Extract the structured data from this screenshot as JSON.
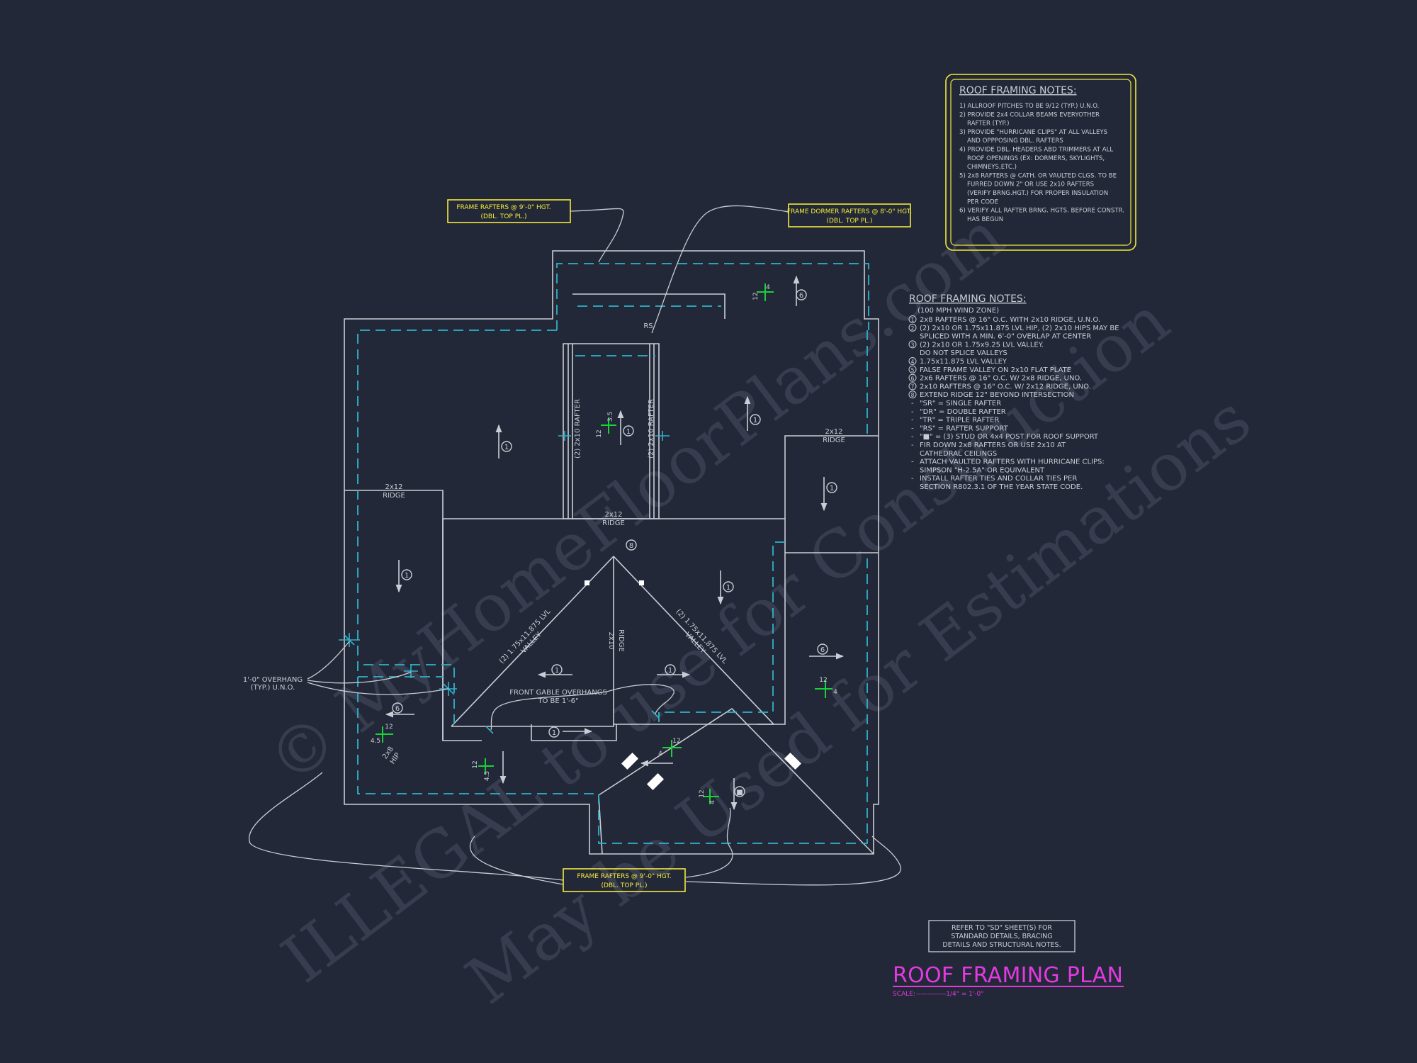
{
  "colors": {
    "background": "#232838",
    "lines": "#c9cdd6",
    "dashed": "#2fb3c9",
    "callout": "#f2ea3a",
    "title": "#e23adf",
    "green": "#19d13a",
    "watermark": "#3a4052"
  },
  "watermark": {
    "line1": "© MyHomeFloorPlans.com",
    "line2": "ILLEGAL to use for Construction",
    "line3": "May be Used for Estimations"
  },
  "notes_box": {
    "title": "ROOF FRAMING NOTES:",
    "items": [
      "1) ALLROOF PITCHES TO BE 9/12 (TYP.) U.N.O.",
      "2) PROVIDE 2x4 COLLAR BEAMS EVERYOTHER",
      "RAFTER (TYP.)",
      "3) PROVIDE \"HURRICANE CLIPS\" AT ALL VALLEYS",
      "AND OPPPOSING DBL. RAFTERS",
      "4) PROVIDE DBL. HEADERS ABD TRIMMERS AT ALL",
      "ROOF OPENINGS (EX: DORMERS, SKYLIGHTS,",
      "CHIMNEYS,ETC.)",
      "5) 2x8 RAFTERS @ CATH. OR VAULTED CLGS. TO BE",
      "FURRED DOWN 2\" OR USE 2x10 RAFTERS",
      "(VERIFY BRNG.HGT.) FOR PROPER INSULATION",
      "PER CODE",
      "6) VERIFY ALL RAFTER BRNG. HGTS. BEFORE CONSTR.",
      "HAS BEGUN"
    ]
  },
  "notes_list": {
    "title": "ROOF FRAMING NOTES:",
    "subtitle": "(100 MPH WIND ZONE)",
    "items": [
      {
        "mark": "1",
        "text": "2x8 RAFTERS @ 16\" O.C. WITH 2x10 RIDGE, U.N.O."
      },
      {
        "mark": "2",
        "text": "(2) 2x10 OR 1.75x11.875 LVL HIP, (2) 2x10 HIPS MAY BE"
      },
      {
        "mark": "",
        "text": "SPLICED WITH A MIN. 6'-0\" OVERLAP AT CENTER"
      },
      {
        "mark": "3",
        "text": "(2) 2x10 OR 1.75x9.25 LVL VALLEY."
      },
      {
        "mark": "",
        "text": "DO NOT SPLICE VALLEYS"
      },
      {
        "mark": "4",
        "text": "1.75x11.875 LVL VALLEY"
      },
      {
        "mark": "5",
        "text": "FALSE FRAME VALLEY ON 2x10 FLAT PLATE"
      },
      {
        "mark": "6",
        "text": "2x6 RAFTERS @ 16\" O.C. W/ 2x8 RIDGE, UNO."
      },
      {
        "mark": "7",
        "text": "2x10 RAFTERS @ 16\" O.C. W/ 2x12 RIDGE, UNO."
      },
      {
        "mark": "8",
        "text": "EXTEND RIDGE 12\" BEYOND INTERSECTION"
      },
      {
        "mark": "-",
        "text": "\"SR\" = SINGLE RAFTER"
      },
      {
        "mark": "-",
        "text": "\"DR\" = DOUBLE RAFTER"
      },
      {
        "mark": "-",
        "text": "\"TR\" = TRIPLE RAFTER"
      },
      {
        "mark": "-",
        "text": "\"RS\" = RAFTER SUPPORT"
      },
      {
        "mark": "-",
        "text": "\"■\" = (3) STUD OR 4x4 POST FOR ROOF SUPPORT"
      },
      {
        "mark": "-",
        "text": "FIR DOWN 2x8 RAFTERS OR USE 2x10 AT"
      },
      {
        "mark": "",
        "text": "CATHEDRAL CEILINGS"
      },
      {
        "mark": "-",
        "text": "ATTACH VAULTED RAFTERS WITH HURRICANE CLIPS:"
      },
      {
        "mark": "",
        "text": "SIMPSON \"H-2.5A\" OR EQUIVALENT"
      },
      {
        "mark": "-",
        "text": "INSTALL RAFTER TIES AND COLLAR TIES PER"
      },
      {
        "mark": "",
        "text": "SECTION R802.3.1 OF THE YEAR STATE CODE."
      }
    ]
  },
  "callouts": {
    "top_left": {
      "line1": "FRAME RAFTERS @ 9'-0\" HGT.",
      "line2": "(DBL. TOP PL.)"
    },
    "top_right": {
      "line1": "FRAME DORMER RAFTERS @ 8'-0\" HGT.",
      "line2": "(DBL. TOP PL.)"
    },
    "bottom": {
      "line1": "FRAME RAFTERS @ 9'-0\" HGT.",
      "line2": "(DBL. TOP PL.)"
    }
  },
  "plan_labels": {
    "rs": "RS",
    "ridge_2x12": "2x12",
    "ridge": "RIDGE",
    "ridge_2x10": "2x10",
    "rafter_left": "(2) 2x10 RAFTER",
    "rafter_right": "(2) 2x10 RAFTER",
    "valley_left_1": "(2) 1.75x11.875 LVL",
    "valley_left_2": "VALLEY",
    "valley_right_1": "(2) 1.75x11.875 LVL",
    "valley_right_2": "VALLEY",
    "hip_2x8": "2x8",
    "hip": "HIP",
    "overhang_1": "1'-0\" OVERHANG",
    "overhang_2": "(TYP.) U.N.O.",
    "front_gable_1": "FRONT GABLE OVERHANGS",
    "front_gable_2": "TO BE 1'-6\"",
    "pitch_12": "12",
    "pitch_4": "4",
    "pitch_45": "4.5",
    "pitch_35": "3.5",
    "mark_1": "1",
    "mark_6": "6",
    "mark_8": "8",
    "mark_post": "■"
  },
  "refer_box": {
    "line1": "REFER TO \"SD\" SHEET(S) FOR",
    "line2": "STANDARD DETAILS, BRACING",
    "line3": "DETAILS AND STRUCTURAL NOTES."
  },
  "title_block": {
    "title": "ROOF FRAMING PLAN",
    "scale_label": "SCALE:",
    "scale_value": "-------------1/4\" = 1'-0\""
  }
}
